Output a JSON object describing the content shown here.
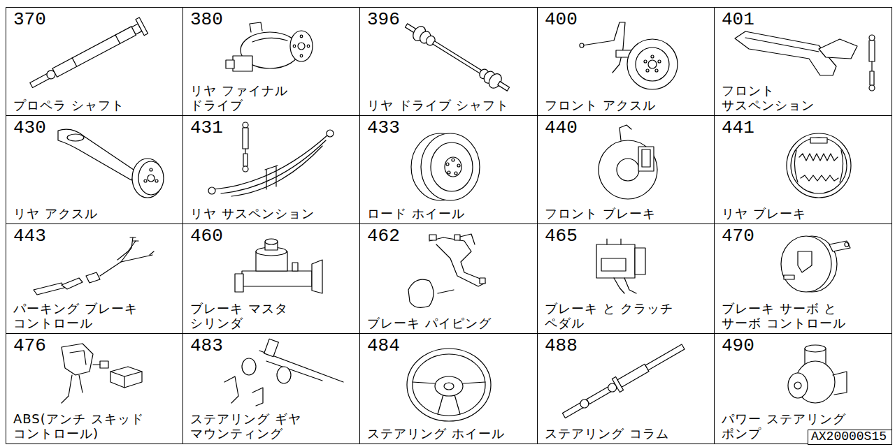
{
  "diagram": {
    "nodes": [
      {
        "text": [
          "370",
          "プロペラ シャフト"
        ]
      },
      {
        "text": [
          "380",
          "リヤ ファイナル ドライブ"
        ]
      },
      {
        "text": [
          "396",
          "リヤ ドライブ シャフト"
        ]
      },
      {
        "text": [
          "400",
          "フロント アクスル"
        ]
      },
      {
        "text": [
          "401",
          "フロント サスペンション"
        ]
      },
      {
        "text": [
          "430",
          "リヤ アクスル"
        ]
      },
      {
        "text": [
          "431",
          "リヤ サスペンション"
        ]
      },
      {
        "text": [
          "433",
          "ロード ホイール"
        ]
      },
      {
        "text": [
          "440",
          "フロント ブレーキ"
        ]
      },
      {
        "text": [
          "441",
          "リヤ ブレーキ"
        ]
      },
      {
        "text": [
          "443",
          "パーキング ブレーキ コントロール"
        ]
      },
      {
        "text": [
          "460",
          "ブレーキ マスタ シリンダ"
        ]
      },
      {
        "text": [
          "462",
          "ブレーキ パイピング"
        ]
      },
      {
        "text": [
          "465",
          "ブレーキ と クラッチ ペダル"
        ]
      },
      {
        "text": [
          "470",
          "ブレーキ サーボ と サーボ コントロール"
        ]
      },
      {
        "text": [
          "476",
          "ABS(アンチ スキッド コントロール)"
        ]
      },
      {
        "text": [
          "483",
          "ステアリング ギヤ マウンティング"
        ]
      },
      {
        "text": [
          "484",
          "ステアリング ホイール"
        ]
      },
      {
        "text": [
          "488",
          "ステアリング コラム"
        ]
      },
      {
        "text": [
          "490",
          "パワー ステアリング ポンプ"
        ]
      },
      {
        "text": [
          "AX20000S15"
        ]
      }
    ]
  }
}
